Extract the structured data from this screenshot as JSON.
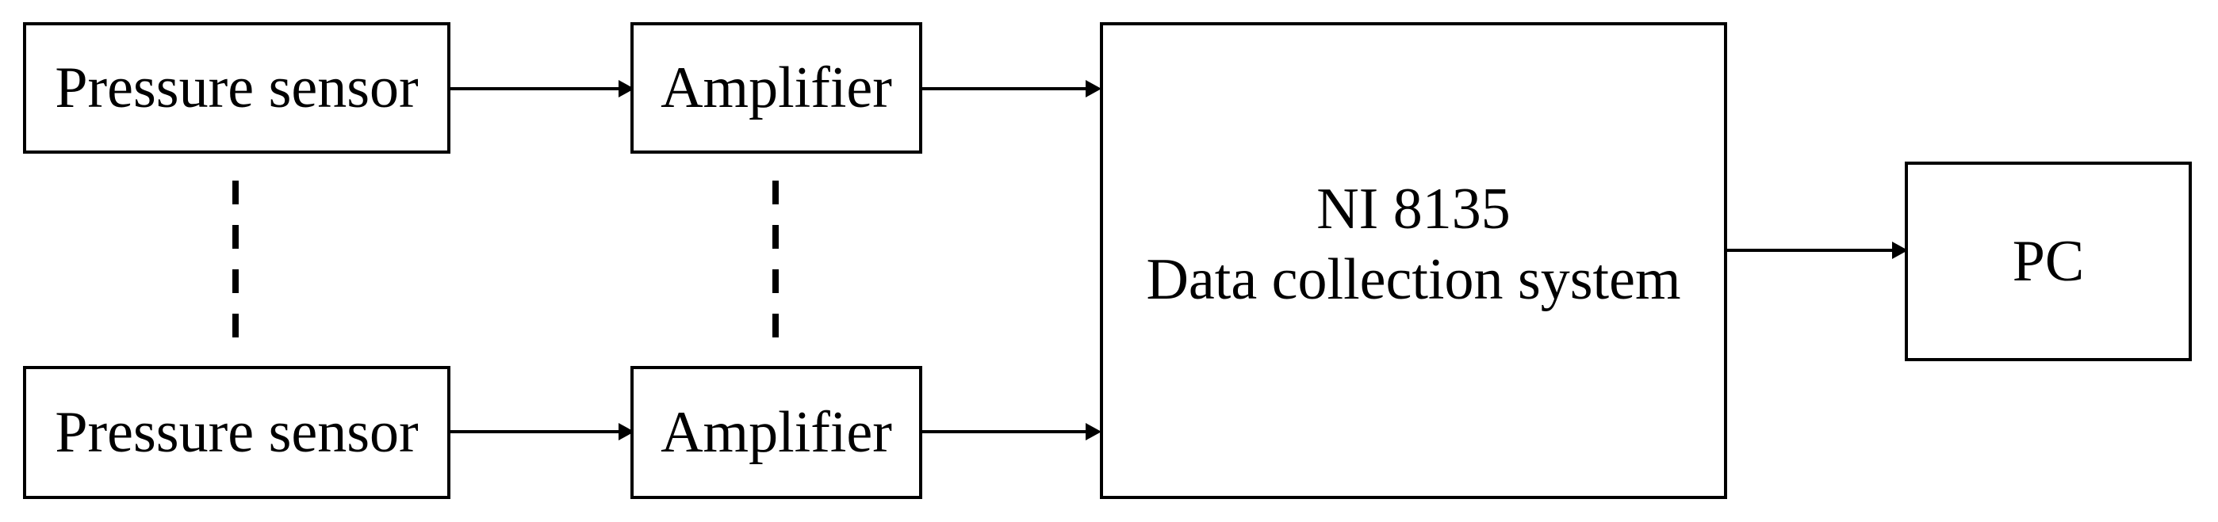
{
  "diagram": {
    "sensor_top": "Pressure sensor",
    "amp_top": "Amplifier",
    "sensor_bottom": "Pressure sensor",
    "amp_bottom": "Amplifier",
    "daq_line1": "NI 8135",
    "daq_line2": "Data collection system",
    "pc": "PC"
  }
}
